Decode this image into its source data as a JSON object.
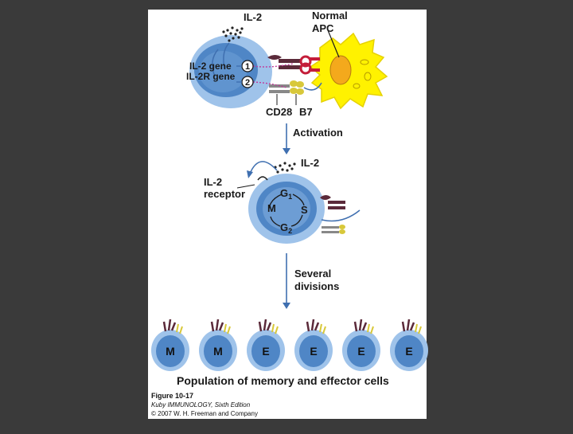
{
  "labels": {
    "il2_top": "IL-2",
    "normal": "Normal",
    "apc": "APC",
    "il2_gene": "IL-2 gene",
    "il2r_gene": "IL-2R gene",
    "step1": "1",
    "step2": "2",
    "cd28": "CD28",
    "b7": "B7",
    "activation": "Activation",
    "il2_mid": "IL-2",
    "il2_receptor_line1": "IL-2",
    "il2_receptor_line2": "receptor",
    "phase_g1": "G",
    "phase_g1_sub": "1",
    "phase_s": "S",
    "phase_m": "M",
    "phase_g2": "G",
    "phase_g2_sub": "2",
    "several": "Several",
    "divisions": "divisions",
    "population": "Population of memory and effector cells"
  },
  "cells": [
    "M",
    "M",
    "E",
    "E",
    "E",
    "E"
  ],
  "caption": {
    "figure": "Figure 10-17",
    "book": "Kuby IMMUNOLOGY, Sixth Edition",
    "copyright": "© 2007 W. H. Freeman and Company"
  },
  "colors": {
    "background": "#3a3a3a",
    "panel": "#ffffff",
    "cell_outer": "#9fc3ea",
    "cell_inner": "#4f86c6",
    "apc": "#fff200",
    "apc_nucleus": "#f4a91c",
    "arrow": "#3f6fb0",
    "magenta": "#c0399a",
    "receptor": "#5b2a3a",
    "b7": "#d8c83a"
  }
}
